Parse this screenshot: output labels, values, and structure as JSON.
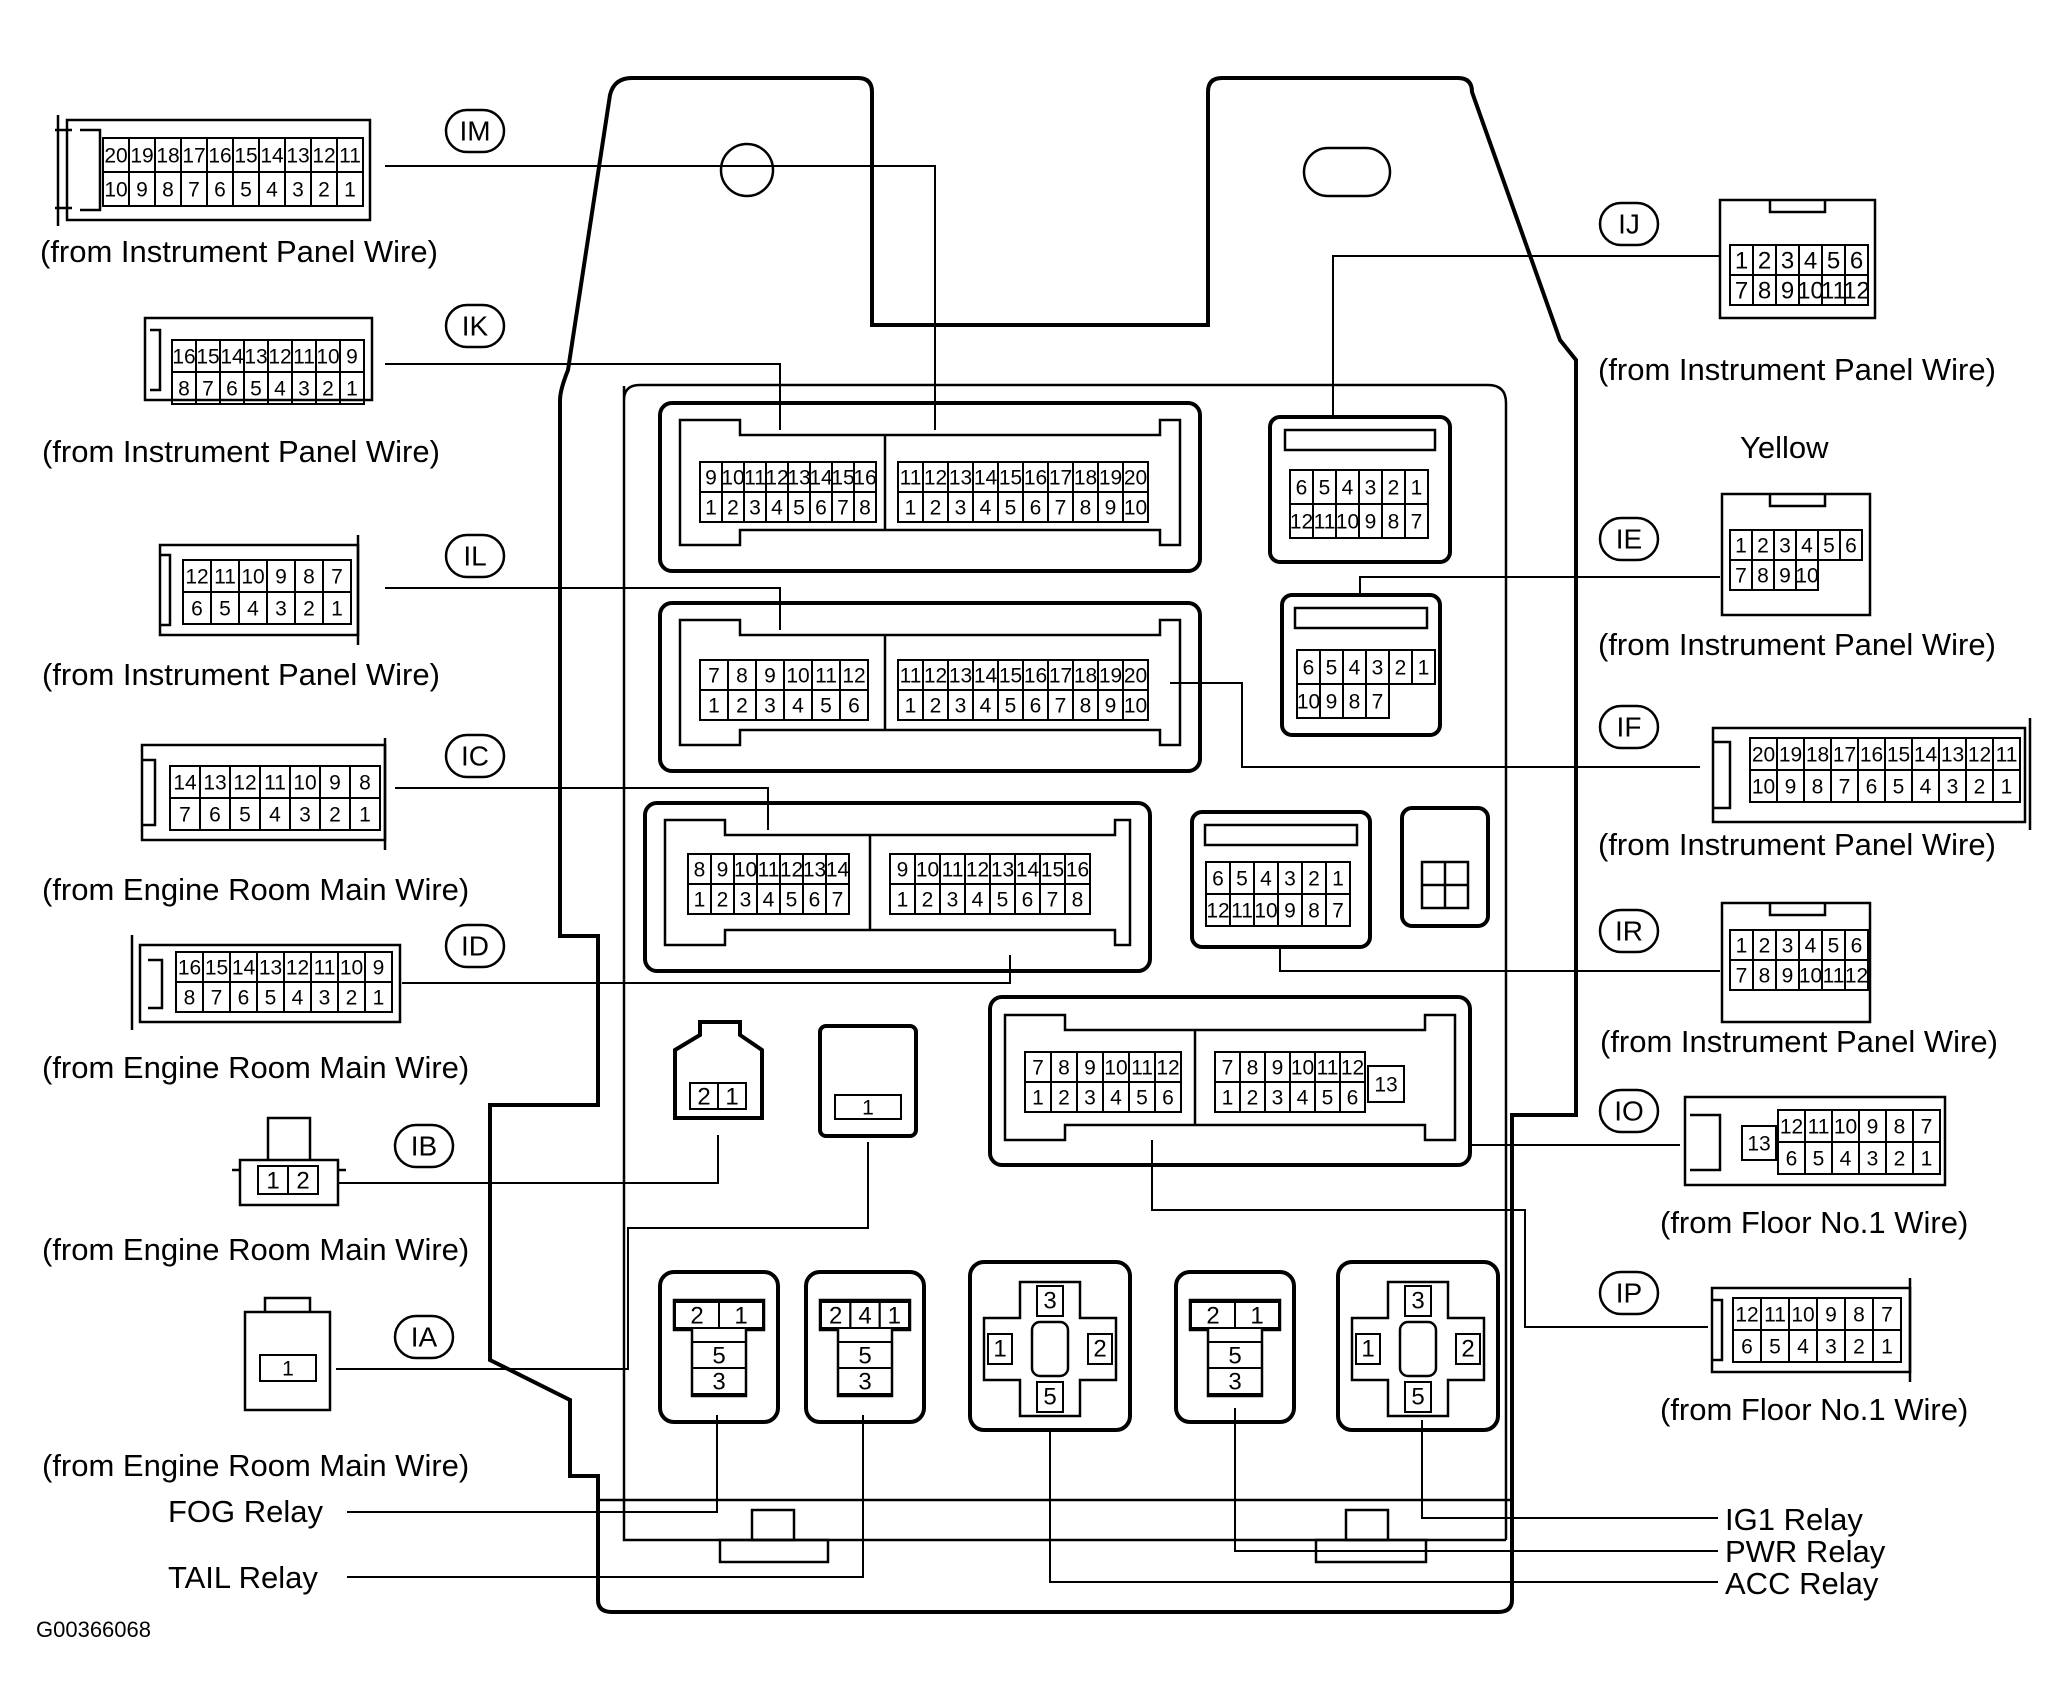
{
  "diagram_code": "G00366068",
  "connectors": [
    {
      "id": "IM",
      "label": "(from Instrument Panel Wire)",
      "rows": [
        [
          "20",
          "19",
          "18",
          "17",
          "16",
          "15",
          "14",
          "13",
          "12",
          "11"
        ],
        [
          "10",
          "9",
          "8",
          "7",
          "6",
          "5",
          "4",
          "3",
          "2",
          "1"
        ]
      ]
    },
    {
      "id": "IK",
      "label": "(from Instrument Panel Wire)",
      "rows": [
        [
          "16",
          "15",
          "14",
          "13",
          "12",
          "11",
          "10",
          "9"
        ],
        [
          "8",
          "7",
          "6",
          "5",
          "4",
          "3",
          "2",
          "1"
        ]
      ]
    },
    {
      "id": "IL",
      "label": "(from Instrument Panel Wire)",
      "rows": [
        [
          "12",
          "11",
          "10",
          "9",
          "8",
          "7"
        ],
        [
          "6",
          "5",
          "4",
          "3",
          "2",
          "1"
        ]
      ]
    },
    {
      "id": "IC",
      "label": "(from Engine Room Main Wire)",
      "rows": [
        [
          "14",
          "13",
          "12",
          "11",
          "10",
          "9",
          "8"
        ],
        [
          "7",
          "6",
          "5",
          "4",
          "3",
          "2",
          "1"
        ]
      ]
    },
    {
      "id": "ID",
      "label": "(from Engine Room Main Wire)",
      "rows": [
        [
          "16",
          "15",
          "14",
          "13",
          "12",
          "11",
          "10",
          "9"
        ],
        [
          "8",
          "7",
          "6",
          "5",
          "4",
          "3",
          "2",
          "1"
        ]
      ]
    },
    {
      "id": "IB",
      "label": "(from Engine Room Main Wire)",
      "rows": [
        [
          "1",
          "2"
        ]
      ]
    },
    {
      "id": "IA",
      "label": "(from Engine Room Main Wire)",
      "rows": [
        [
          "1"
        ]
      ]
    },
    {
      "id": "IJ",
      "label": "(from Instrument Panel Wire)",
      "rows": [
        [
          "1",
          "2",
          "3",
          "4",
          "5",
          "6"
        ],
        [
          "7",
          "8",
          "9",
          "10",
          "11",
          "12"
        ]
      ]
    },
    {
      "id": "IE",
      "label": "(from Instrument Panel Wire)",
      "color_note": "Yellow",
      "rows": [
        [
          "1",
          "2",
          "3",
          "4",
          "5",
          "6"
        ],
        [
          "7",
          "8",
          "9",
          "10"
        ]
      ]
    },
    {
      "id": "IF",
      "label": "(from Instrument Panel Wire)",
      "rows": [
        [
          "20",
          "19",
          "18",
          "17",
          "16",
          "15",
          "14",
          "13",
          "12",
          "11"
        ],
        [
          "10",
          "9",
          "8",
          "7",
          "6",
          "5",
          "4",
          "3",
          "2",
          "1"
        ]
      ]
    },
    {
      "id": "IR",
      "label": "(from Instrument Panel Wire)",
      "rows": [
        [
          "1",
          "2",
          "3",
          "4",
          "5",
          "6"
        ],
        [
          "7",
          "8",
          "9",
          "10",
          "11",
          "12"
        ]
      ]
    },
    {
      "id": "IO",
      "label": "(from Floor No.1 Wire)",
      "rows": [
        [
          "12",
          "11",
          "10",
          "9",
          "8",
          "7"
        ],
        [
          "6",
          "5",
          "4",
          "3",
          "2",
          "1"
        ]
      ],
      "extra": "13"
    },
    {
      "id": "IP",
      "label": "(from Floor No.1 Wire)",
      "rows": [
        [
          "12",
          "11",
          "10",
          "9",
          "8",
          "7"
        ],
        [
          "6",
          "5",
          "4",
          "3",
          "2",
          "1"
        ]
      ]
    }
  ],
  "block_sockets": {
    "im": {
      "left": [
        [
          "9",
          "10",
          "11",
          "12",
          "13",
          "14",
          "15",
          "16"
        ],
        [
          "1",
          "2",
          "3",
          "4",
          "5",
          "6",
          "7",
          "8"
        ]
      ],
      "right": [
        [
          "11",
          "12",
          "13",
          "14",
          "15",
          "16",
          "17",
          "18",
          "19",
          "20"
        ],
        [
          "1",
          "2",
          "3",
          "4",
          "5",
          "6",
          "7",
          "8",
          "9",
          "10"
        ]
      ]
    },
    "il_if": {
      "left": [
        [
          "7",
          "8",
          "9",
          "10",
          "11",
          "12"
        ],
        [
          "1",
          "2",
          "3",
          "4",
          "5",
          "6"
        ]
      ],
      "right": [
        [
          "11",
          "12",
          "13",
          "14",
          "15",
          "16",
          "17",
          "18",
          "19",
          "20"
        ],
        [
          "1",
          "2",
          "3",
          "4",
          "5",
          "6",
          "7",
          "8",
          "9",
          "10"
        ]
      ]
    },
    "ic_id": {
      "left": [
        [
          "8",
          "9",
          "10",
          "11",
          "12",
          "13",
          "14"
        ],
        [
          "1",
          "2",
          "3",
          "4",
          "5",
          "6",
          "7"
        ]
      ],
      "right": [
        [
          "9",
          "10",
          "11",
          "12",
          "13",
          "14",
          "15",
          "16"
        ],
        [
          "1",
          "2",
          "3",
          "4",
          "5",
          "6",
          "7",
          "8"
        ]
      ]
    },
    "io_ip": {
      "left": [
        [
          "7",
          "8",
          "9",
          "10",
          "11",
          "12"
        ],
        [
          "1",
          "2",
          "3",
          "4",
          "5",
          "6"
        ]
      ],
      "right": [
        [
          "7",
          "8",
          "9",
          "10",
          "11",
          "12"
        ],
        [
          "1",
          "2",
          "3",
          "4",
          "5",
          "6"
        ]
      ],
      "extra": "13"
    },
    "ij": [
      [
        "6",
        "5",
        "4",
        "3",
        "2",
        "1"
      ],
      [
        "12",
        "11",
        "10",
        "9",
        "8",
        "7"
      ]
    ],
    "ie": [
      [
        "6",
        "5",
        "4",
        "3",
        "2",
        "1"
      ],
      [
        "10",
        "9",
        "8",
        "7"
      ]
    ],
    "ir": [
      [
        "6",
        "5",
        "4",
        "3",
        "2",
        "1"
      ],
      [
        "12",
        "11",
        "10",
        "9",
        "8",
        "7"
      ]
    ],
    "ib": [
      "2",
      "1"
    ],
    "ia": [
      "1"
    ]
  },
  "relays": [
    {
      "name": "FOG Relay",
      "pins": [
        "2",
        "1",
        "5",
        "3"
      ]
    },
    {
      "name": "TAIL Relay",
      "pins": [
        "2",
        "4",
        "1",
        "5",
        "3"
      ]
    },
    {
      "name": "ACC Relay",
      "pins": [
        "3",
        "1",
        "2",
        "5"
      ]
    },
    {
      "name": "PWR Relay",
      "pins": [
        "2",
        "1",
        "5",
        "3"
      ]
    },
    {
      "name": "IG1 Relay",
      "pins": [
        "3",
        "1",
        "2",
        "5"
      ]
    }
  ]
}
